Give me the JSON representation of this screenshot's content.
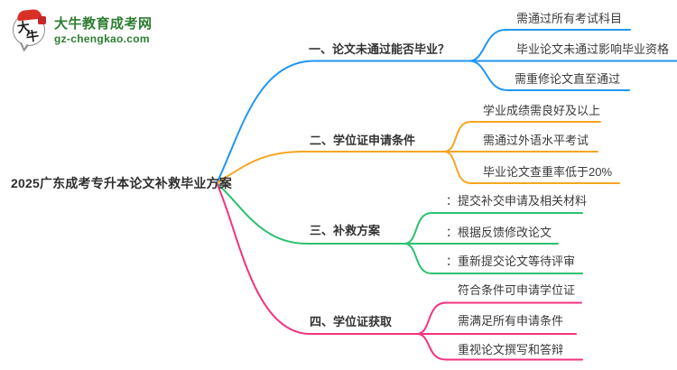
{
  "logo": {
    "icon_text_top": "大",
    "icon_text_bottom": "牛",
    "site_name": "大牛教育成考网",
    "site_url": "gz-chengkao.com"
  },
  "central_topic": "2025广东成考专升本论文补救毕业方案",
  "branches": [
    {
      "label": "一、论文未通过能否毕业？",
      "color": "#2196f3",
      "children": [
        "需通过所有考试科目",
        "毕业论文未通过影响毕业资格",
        "需重修论文直至通过"
      ]
    },
    {
      "label": "二、学位证申请条件",
      "color": "#f5a623",
      "children": [
        "学业成绩需良好及以上",
        "需通过外语水平考试",
        "毕业论文查重率低于20%"
      ]
    },
    {
      "label": "三、补救方案",
      "color": "#2bc26e",
      "children": [
        "：提交补交申请及相关材料",
        "：根据反馈修改论文",
        "：重新提交论文等待评审"
      ]
    },
    {
      "label": "四、学位证获取",
      "color": "#f5317f",
      "children": [
        "符合条件可申请学位证",
        "需满足所有申请条件",
        "重视论文撰写和答辩"
      ]
    }
  ],
  "colors": {
    "background": "#ffffff",
    "text": "#333333",
    "logo_green": "#2e7d32",
    "logo_red": "#d93025",
    "branch_blue": "#2196f3",
    "branch_orange": "#f5a623",
    "branch_green": "#2bc26e",
    "branch_pink": "#f5317f"
  }
}
